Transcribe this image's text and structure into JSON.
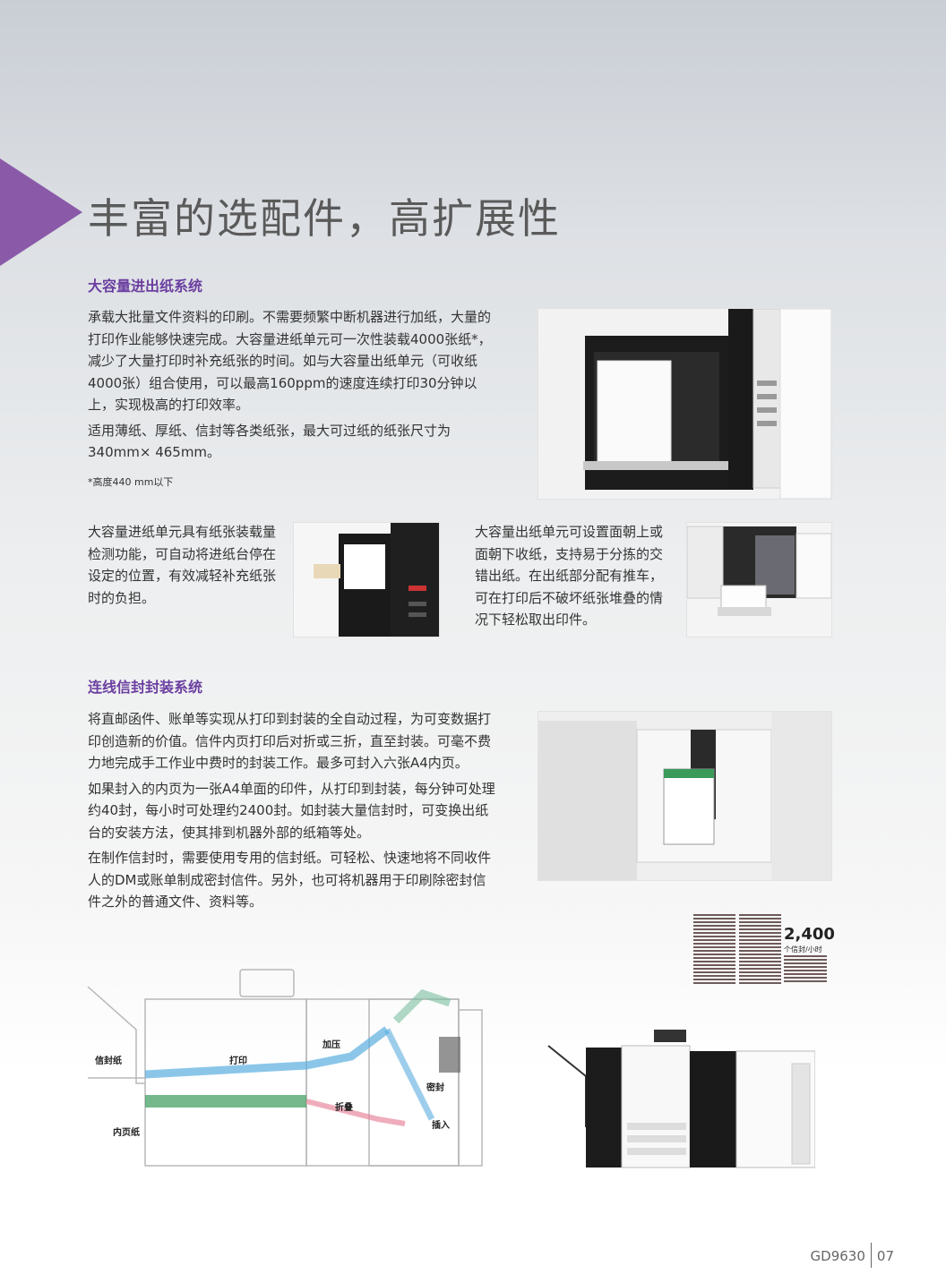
{
  "header": {
    "title": "丰富的选配件，高扩展性"
  },
  "section1": {
    "title": "大容量进出纸系统",
    "paragraphs": [
      "承载大批量文件资料的印刷。不需要频繁中断机器进行加纸，大量的打印作业能够快速完成。大容量进纸单元可一次性装载4000张纸*，减少了大量打印时补充纸张的时间。如与大容量出纸单元（可收纸4000张）组合使用，可以最高160ppm的速度连续打印30分钟以上，实现极高的打印效率。",
      "适用薄纸、厚纸、信封等各类纸张，最大可过纸的纸张尺寸为340mm× 465mm。"
    ],
    "note": "*高度440 mm以下",
    "feed_caption": "大容量进纸单元具有纸张装载量检测功能，可自动将进纸台停在设定的位置，有效减轻补充纸张时的负担。",
    "output_caption": "大容量出纸单元可设置面朝上或面朝下收纸，支持易于分拣的交错出纸。在出纸部分配有推车，可在打印后不破坏纸张堆叠的情况下轻松取出印件。"
  },
  "section2": {
    "title": "连线信封封装系统",
    "paragraphs": [
      "将直邮函件、账单等实现从打印到封装的全自动过程，为可变数据打印创造新的价值。信件内页打印后对折或三折，直至封装。可毫不费力地完成手工作业中费时的封装工作。最多可封入六张A4内页。",
      "如果封入的内页为一张A4单面的印件，从打印到封装，每分钟可处理约40封，每小时可处理约2400封。如封装大量信封时，可变换出纸台的安装方法，使其排到机器外部的纸箱等处。",
      "在制作信封时，需要使用专用的信封纸。可轻松、快速地将不同收件人的DM或账单制成密封信件。另外，也可将机器用于印刷除密封信件之外的普通文件、资料等。"
    ],
    "stat": {
      "value": "2,400",
      "unit": "个信封/小时"
    },
    "diagram_labels": {
      "envelope_paper": "信封纸",
      "print": "打印",
      "press": "加压",
      "seal": "密封",
      "fold": "折叠",
      "insert": "插入",
      "inner_paper": "内页纸"
    }
  },
  "footer": {
    "model": "GD9630",
    "page": "07"
  },
  "colors": {
    "accent": "#8a5aa8",
    "section_title": "#6b3fa0"
  }
}
